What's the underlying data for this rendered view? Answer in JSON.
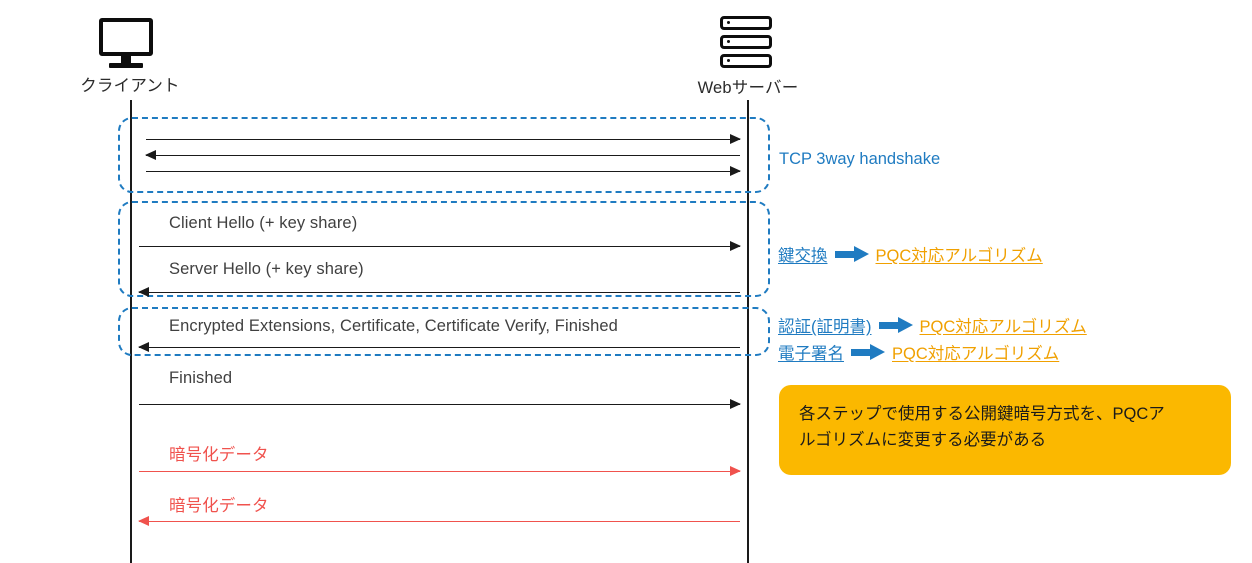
{
  "diagram": {
    "title_present": false,
    "actors": [
      {
        "id": "client",
        "label": "クライアント",
        "icon": "monitor-icon"
      },
      {
        "id": "server",
        "label": "Webサーバー",
        "icon": "server-rack-icon"
      }
    ],
    "phases": [
      {
        "id": "tcp",
        "annotation": {
          "type": "plain",
          "text": "TCP 3way handshake"
        },
        "messages": [
          {
            "label": "",
            "direction": "right",
            "color": "black"
          },
          {
            "label": "",
            "direction": "left",
            "color": "black"
          },
          {
            "label": "",
            "direction": "right",
            "color": "black"
          }
        ]
      },
      {
        "id": "key-exchange",
        "annotation": {
          "type": "mapping",
          "source": "鍵交換",
          "arrow": "right-block-arrow",
          "target": "PQC対応アルゴリズム"
        },
        "messages": [
          {
            "label": "Client Hello (+ key share)",
            "direction": "right",
            "color": "black"
          },
          {
            "label": "Server Hello (+ key share)",
            "direction": "left",
            "color": "black"
          }
        ]
      },
      {
        "id": "auth",
        "annotations": [
          {
            "type": "mapping",
            "source": "認証(証明書)",
            "arrow": "right-block-arrow",
            "target": "PQC対応アルゴリズム"
          },
          {
            "type": "mapping",
            "source": "電子署名",
            "arrow": "right-block-arrow",
            "target": "PQC対応アルゴリズム"
          }
        ],
        "messages": [
          {
            "label": "Encrypted Extensions, Certificate, Certificate Verify, Finished",
            "direction": "left",
            "color": "black"
          }
        ]
      }
    ],
    "post_messages": [
      {
        "label": "Finished",
        "direction": "right",
        "color": "black"
      },
      {
        "label": "暗号化データ",
        "direction": "right",
        "color": "red"
      },
      {
        "label": "暗号化データ",
        "direction": "left",
        "color": "red"
      }
    ],
    "callout": {
      "line1": "各ステップで使用する公開鍵暗号方式を、PQCア",
      "line2": "ルゴリズムに変更する必要がある"
    },
    "colors": {
      "accent_blue": "#1f7bc1",
      "accent_orange": "#f0a000",
      "callout_bg": "#fbb800",
      "encrypted_red": "#f0524d",
      "line_black": "#1a1a1a"
    }
  }
}
